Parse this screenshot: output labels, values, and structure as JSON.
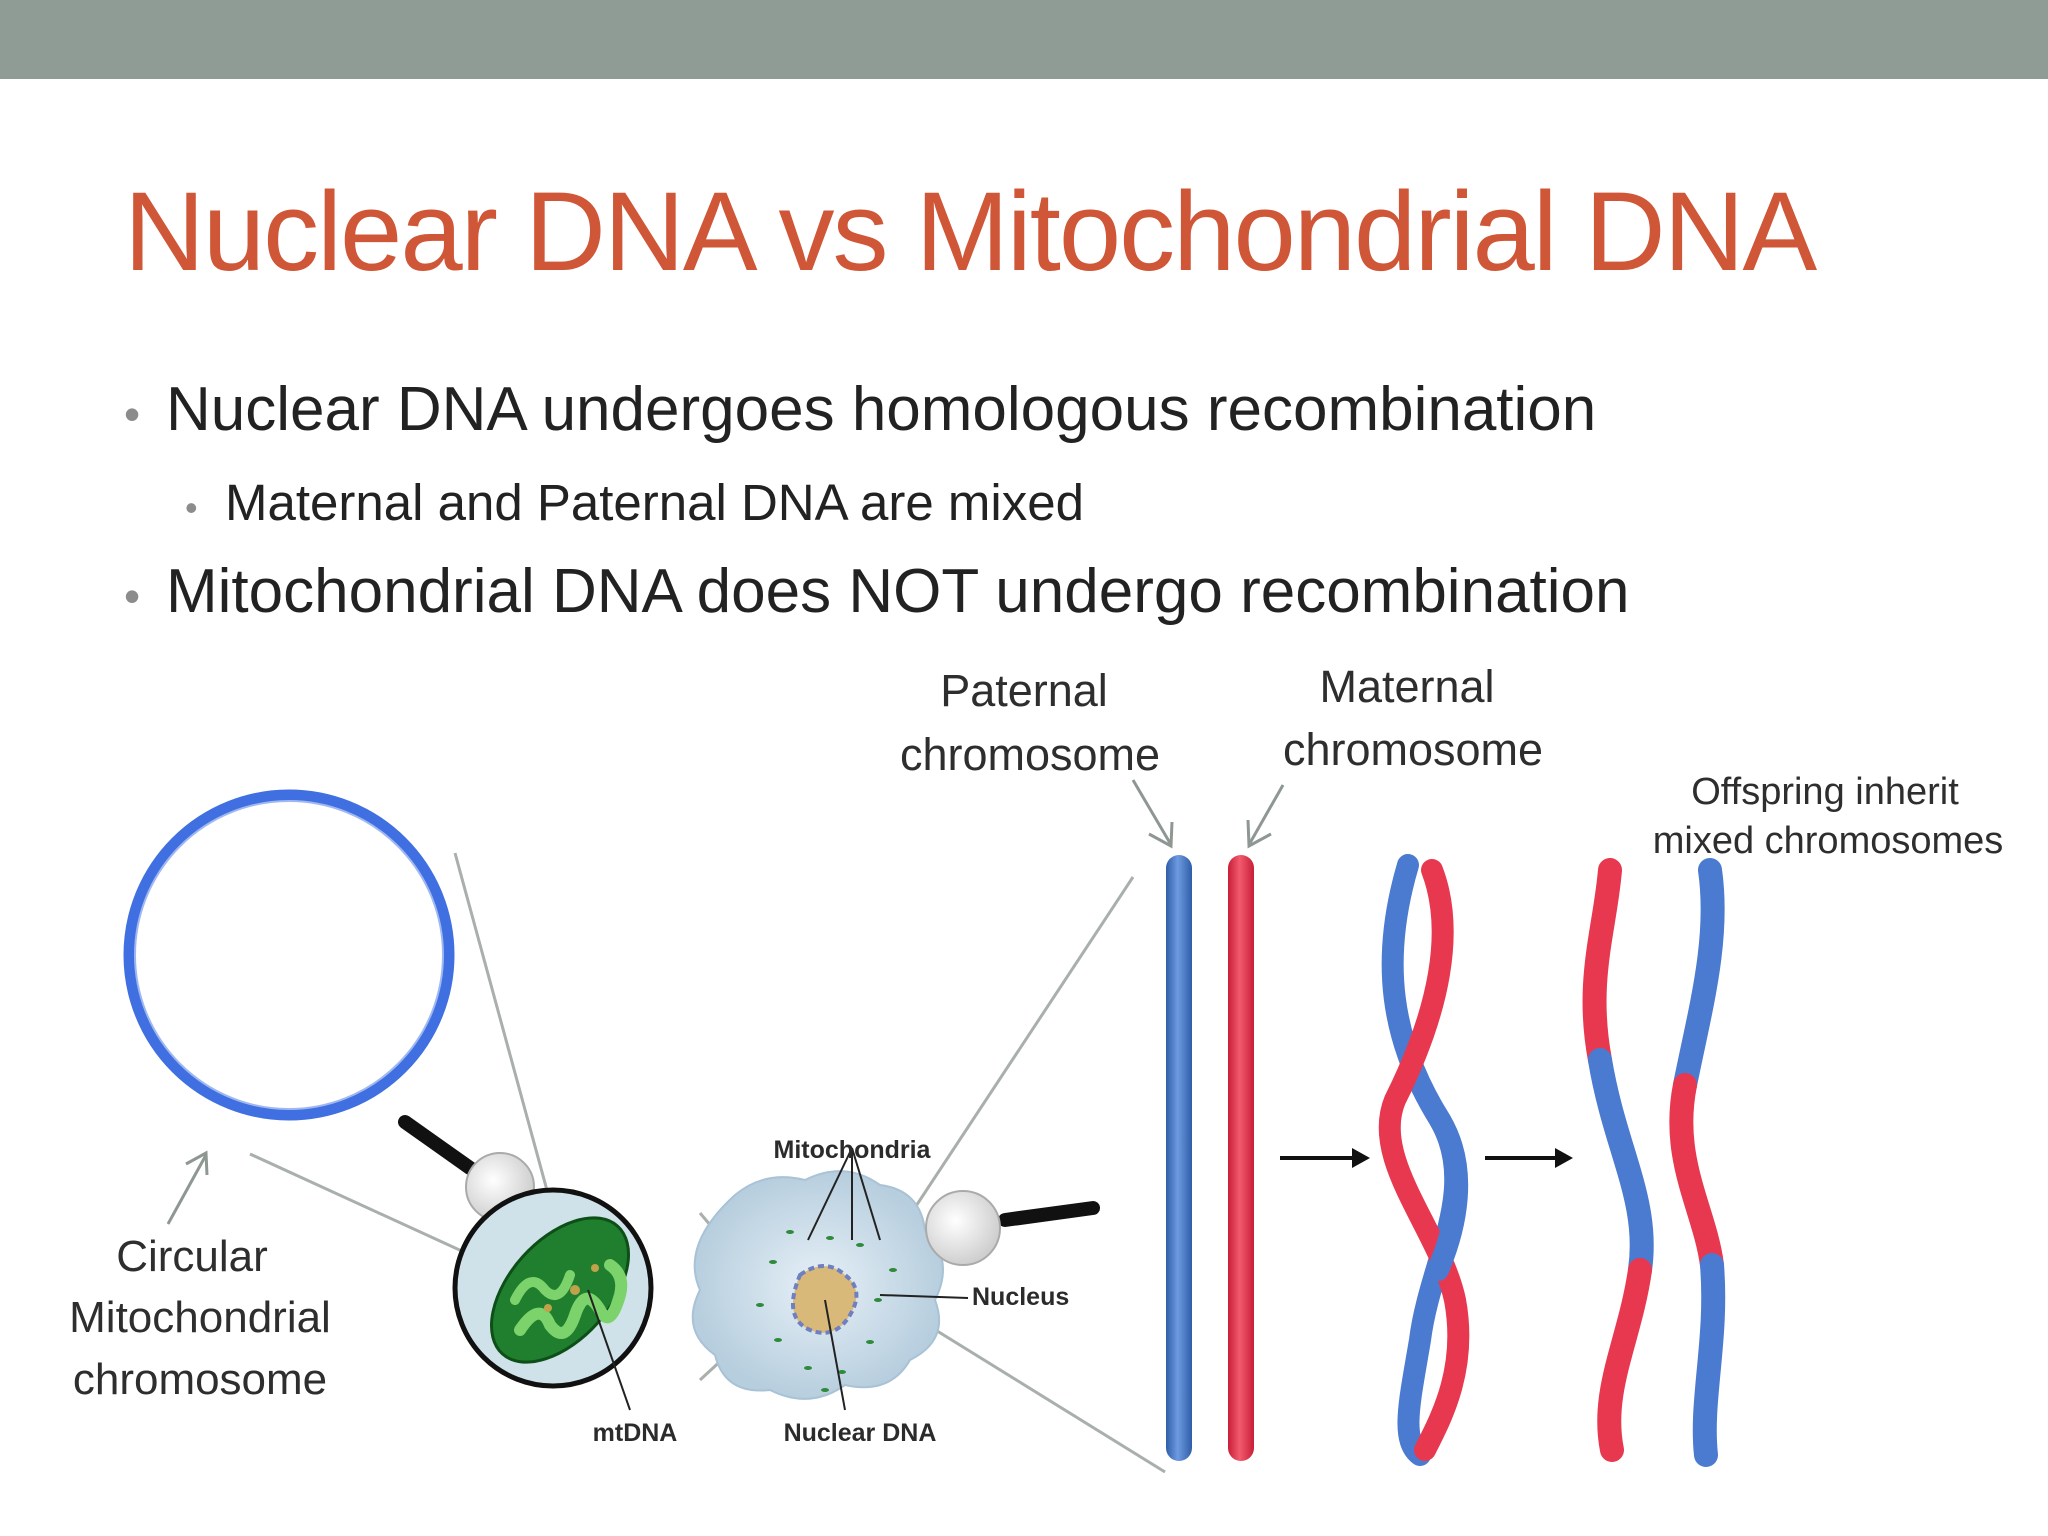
{
  "slide": {
    "title": "Nuclear DNA vs Mitochondrial DNA",
    "bullets": [
      {
        "level": 1,
        "text": "Nuclear DNA undergoes homologous recombination"
      },
      {
        "level": 2,
        "text": "Maternal and Paternal DNA are mixed"
      },
      {
        "level": 1,
        "text": "Mitochondrial DNA does NOT undergo recombination"
      }
    ]
  },
  "diagram": {
    "circular_label": [
      "Circular",
      "Mitochondrial",
      "chromosome"
    ],
    "mtdna_label": "mtDNA",
    "mitochondria_label": "Mitochondria",
    "nucleus_label": "Nucleus",
    "nuclear_dna_label": "Nuclear DNA",
    "paternal_label": [
      "Paternal",
      "chromosome"
    ],
    "maternal_label": [
      "Maternal",
      "chromosome"
    ],
    "offspring_label": [
      "Offspring inherit",
      "mixed chromosomes"
    ]
  },
  "colors": {
    "title": "#cf5637",
    "top_bar": "#8e9c95",
    "paternal_blue": "#4677c8",
    "maternal_red": "#e8384f",
    "ring_blue": "#3f6fe0"
  },
  "icons": [
    "magnifier-icon",
    "arrow-right-icon"
  ]
}
